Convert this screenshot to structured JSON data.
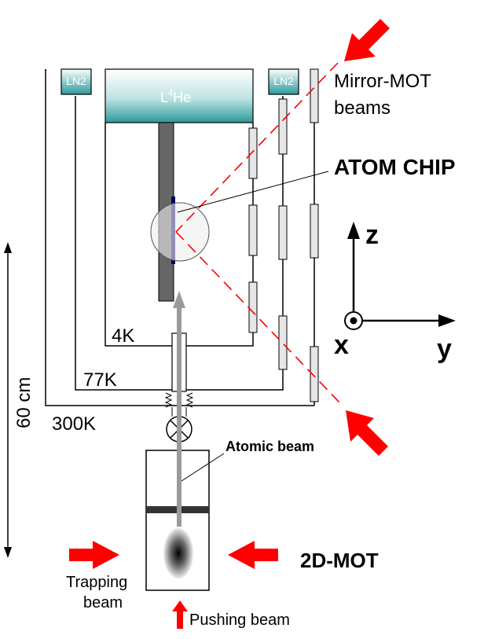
{
  "labels": {
    "ln2_left": "LN2",
    "ln2_right": "LN2",
    "he_reservoir_L": "L",
    "he_reservoir_sup": "4",
    "he_reservoir_He": "He",
    "mirror_mot_line1": "Mirror-MOT",
    "mirror_mot_line2": "beams",
    "atom_chip": "ATOM CHIP",
    "temp_4k": "4K",
    "temp_77k": "77K",
    "temp_300k": "300K",
    "scale_60cm": "60 cm",
    "axis_z": "z",
    "axis_x": "x",
    "axis_y": "y",
    "atomic_beam": "Atomic beam",
    "mot_2d": "2D-MOT",
    "trapping_line1": "Trapping",
    "trapping_line2": "beam",
    "pushing_beam": "Pushing beam"
  },
  "colors": {
    "laser": "#ff0000",
    "reservoir_top": "#ffffff",
    "reservoir_bottom": "#2a9a9a",
    "chip_holder": "#666666",
    "chip_surface": "#000066",
    "window_fill": "#e6e6e6"
  }
}
